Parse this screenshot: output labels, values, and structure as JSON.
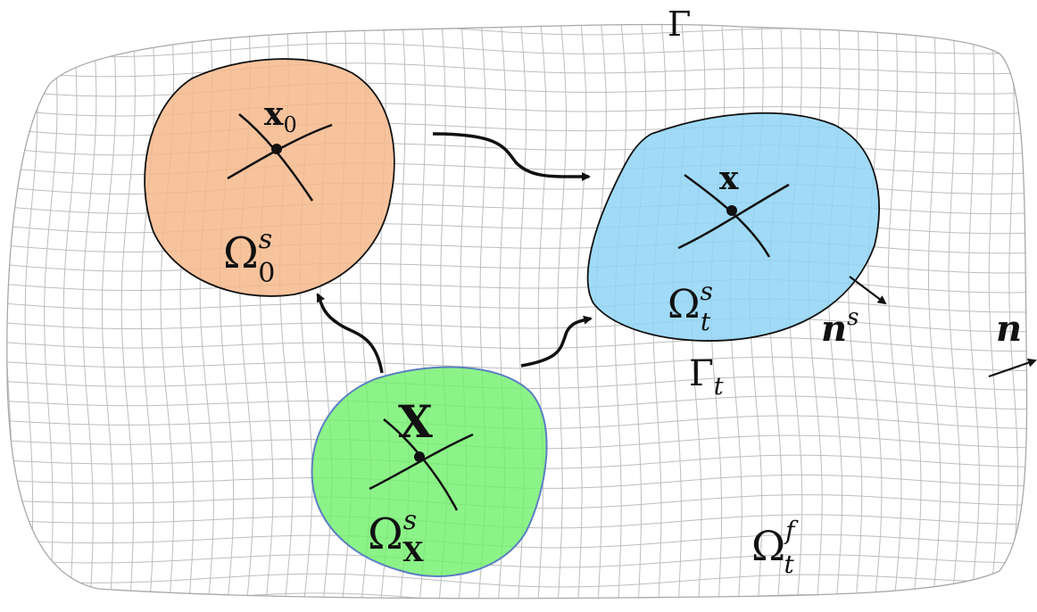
{
  "labels": {
    "gamma": "Γ",
    "gamma_t_main": "Γ",
    "gamma_t_sub": "t",
    "normal": "n",
    "normal_s_main": "n",
    "normal_s_sup": "s",
    "x0_main": "x",
    "x0_sub": "0",
    "x_point": "x",
    "X_point": "X",
    "omega0_main": "Ω",
    "omega0_sup": "s",
    "omega0_sub": "0",
    "omegat_main": "Ω",
    "omegat_sup": "s",
    "omegat_sub": "t",
    "omegaX_main": "Ω",
    "omegaX_sup": "s",
    "omegaX_sub": "X",
    "omegaf_main": "Ω",
    "omegaf_sup": "f",
    "omegaf_sub": "t"
  },
  "colors": {
    "mesh": "#bdbdbd",
    "reference_body": "#f6b98c",
    "current_body": "#8fd3f4",
    "material_body": "#6ff06a",
    "material_outline": "#5b7fc2",
    "ink": "#111111"
  }
}
